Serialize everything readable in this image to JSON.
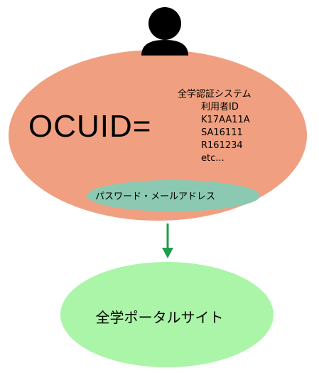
{
  "identity": {
    "label": "OCUID=",
    "heading": "全学認証システム",
    "items": [
      "利用者ID",
      "K17AA11A",
      "SA16111",
      "R161234",
      "etc..."
    ]
  },
  "credentials_label": "パスワード・メールアドレス",
  "portal_label": "全学ポータルサイト",
  "colors": {
    "identity_ellipse": "#F0A080",
    "credentials_ellipse": "#8CC9B2",
    "portal_ellipse": "#AAF5A8",
    "arrow": "#1E9E4A",
    "user_icon": "#000000"
  },
  "icons": [
    "user-icon",
    "arrow-down-icon"
  ]
}
